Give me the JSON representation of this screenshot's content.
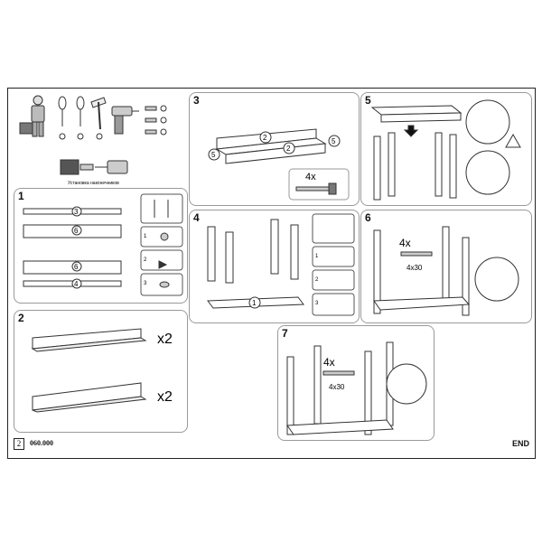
{
  "steps": [
    {
      "id": "1"
    },
    {
      "id": "2",
      "multiplier": "x2"
    },
    {
      "id": "3",
      "qty": "4x"
    },
    {
      "id": "4"
    },
    {
      "id": "5"
    },
    {
      "id": "6",
      "qty": "4x",
      "screw_size": "4x30"
    },
    {
      "id": "7",
      "qty": "4x",
      "screw_size": "4x30"
    }
  ],
  "tools_caption": "Установка наконечников",
  "part_callouts": {
    "step1": [
      "3",
      "6",
      "6",
      "4"
    ],
    "step3": [
      "2",
      "2",
      "5",
      "5"
    ],
    "step4": [
      "1"
    ]
  },
  "substep_numbers": [
    "1",
    "2",
    "3"
  ],
  "footer": {
    "page_number": "2",
    "code": "060.000",
    "end_label": "END"
  }
}
